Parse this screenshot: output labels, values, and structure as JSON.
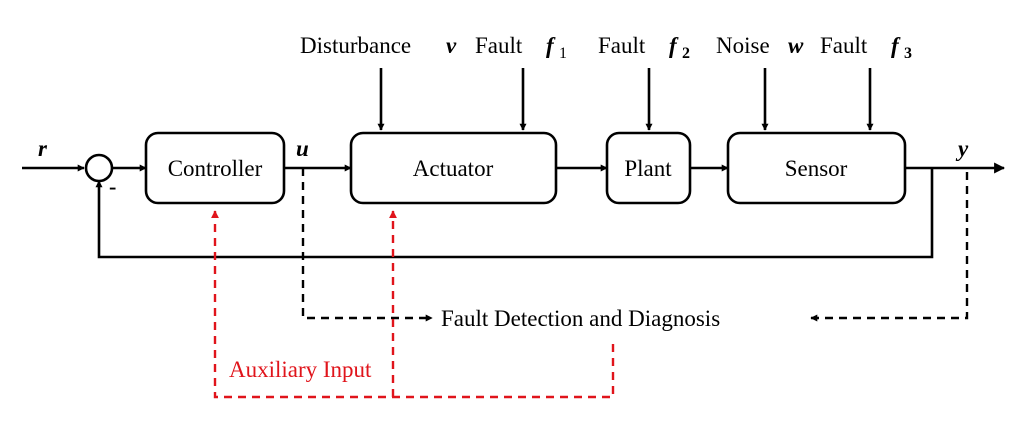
{
  "blocks": {
    "controller": "Controller",
    "actuator": "Actuator",
    "plant": "Plant",
    "sensor": "Sensor"
  },
  "inputs": {
    "disturbance": {
      "label": "Disturbance",
      "symbol": "v"
    },
    "fault1": {
      "label": "Fault",
      "symbol": "f",
      "subscript": "1"
    },
    "fault2": {
      "label": "Fault",
      "symbol": "f",
      "subscript": "2"
    },
    "noise": {
      "label": "Noise",
      "symbol": "w"
    },
    "fault3": {
      "label": "Fault",
      "symbol": "f",
      "subscript": "3"
    }
  },
  "signals": {
    "reference": "r",
    "control": "u",
    "output": "y",
    "minus_sign": "-"
  },
  "fdd": "Fault Detection and Diagnosis",
  "auxiliary_input": "Auxiliary Input",
  "colors": {
    "lines": "#000000",
    "auxiliary": "#e0141b"
  }
}
